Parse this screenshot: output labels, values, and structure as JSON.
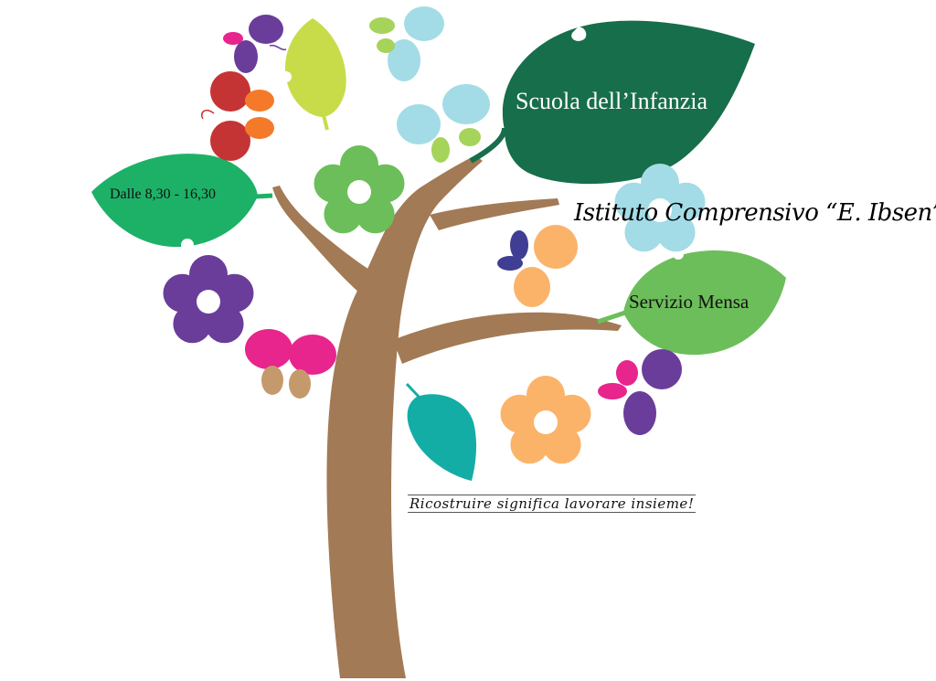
{
  "labels": {
    "school_name": "Scuola dell’Infanzia",
    "hours": "Dalle 8,30 - 16,30",
    "institute": "Istituto Comprensivo “E. Ibsen”",
    "service": "Servizio Mensa",
    "motto": "Ricostruire significa lavorare insieme!"
  },
  "icons": {
    "tree": "tree-icon",
    "leaf": "leaf-icon",
    "flower": "flower-icon",
    "butterfly": "butterfly-icon"
  },
  "colors": {
    "trunk": "#a27a55",
    "leaf_dark_green": "#176e4b",
    "leaf_green": "#1db168",
    "leaf_light_green": "#6cbe5a",
    "leaf_lime": "#c8dc4a",
    "leaf_teal": "#14ada6",
    "flower_green": "#6cbe5a",
    "flower_purple": "#6a3d9a",
    "flower_orange": "#fbb36a",
    "flower_light_blue": "#a3dce6",
    "butterfly_purple": "#6a3d9a",
    "butterfly_red": "#c53434",
    "butterfly_orange": "#f47a2a",
    "butterfly_pink": "#e8248d",
    "butterfly_light_blue": "#a3dce6",
    "butterfly_light_green": "#a6d35a",
    "butterfly_navy": "#3f3d94",
    "butterfly_tan": "#c49a6c"
  }
}
